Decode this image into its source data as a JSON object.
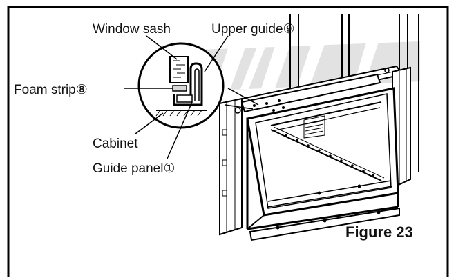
{
  "labels": {
    "window_sash": "Window sash",
    "upper_guide": "Upper guide⑨",
    "foam_strip": "Foam strip⑧",
    "cabinet": "Cabinet",
    "guide_panel": "Guide panel①"
  },
  "figure_caption": "Figure 23"
}
